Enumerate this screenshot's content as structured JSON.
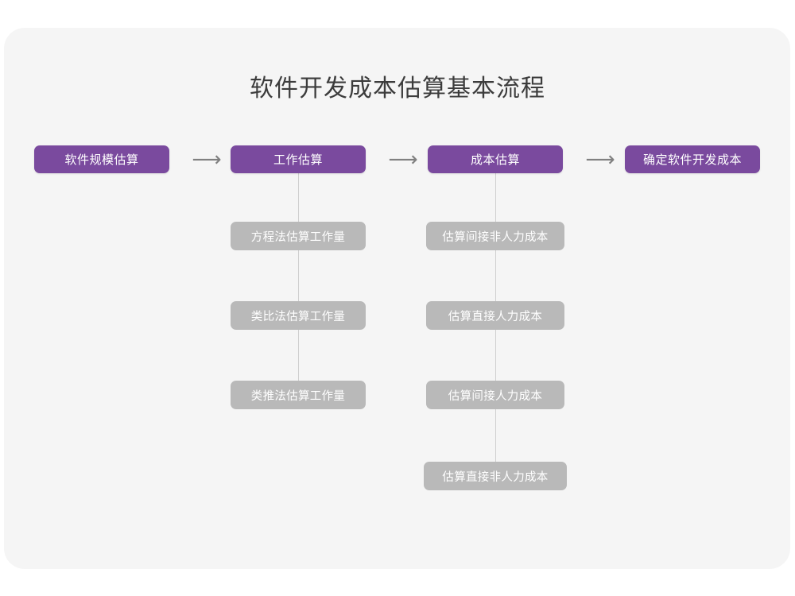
{
  "canvas": {
    "background_color": "#f5f5f5",
    "page_background_color": "#ffffff"
  },
  "diagram": {
    "title": "软件开发成本估算基本流程",
    "title_color": "#3c3c3c",
    "primary_color": "#7a4a9e",
    "secondary_color": "#b9b9b9",
    "connector_color": "#cfcfcf",
    "arrow_glyph": "⟶",
    "main_steps": [
      {
        "label": "软件规模估算"
      },
      {
        "label": "工作估算"
      },
      {
        "label": "成本估算"
      },
      {
        "label": "确定软件开发成本"
      }
    ],
    "arrows": [
      {
        "glyph": "⟶"
      },
      {
        "glyph": "⟶"
      },
      {
        "glyph": "⟶"
      }
    ],
    "sub_steps_work": [
      {
        "label": "方程法估算工作量"
      },
      {
        "label": "类比法估算工作量"
      },
      {
        "label": "类推法估算工作量"
      }
    ],
    "sub_steps_cost": [
      {
        "label": "估算间接非人力成本"
      },
      {
        "label": "估算直接人力成本"
      },
      {
        "label": "估算间接人力成本"
      },
      {
        "label": "估算直接非人力成本"
      }
    ]
  }
}
